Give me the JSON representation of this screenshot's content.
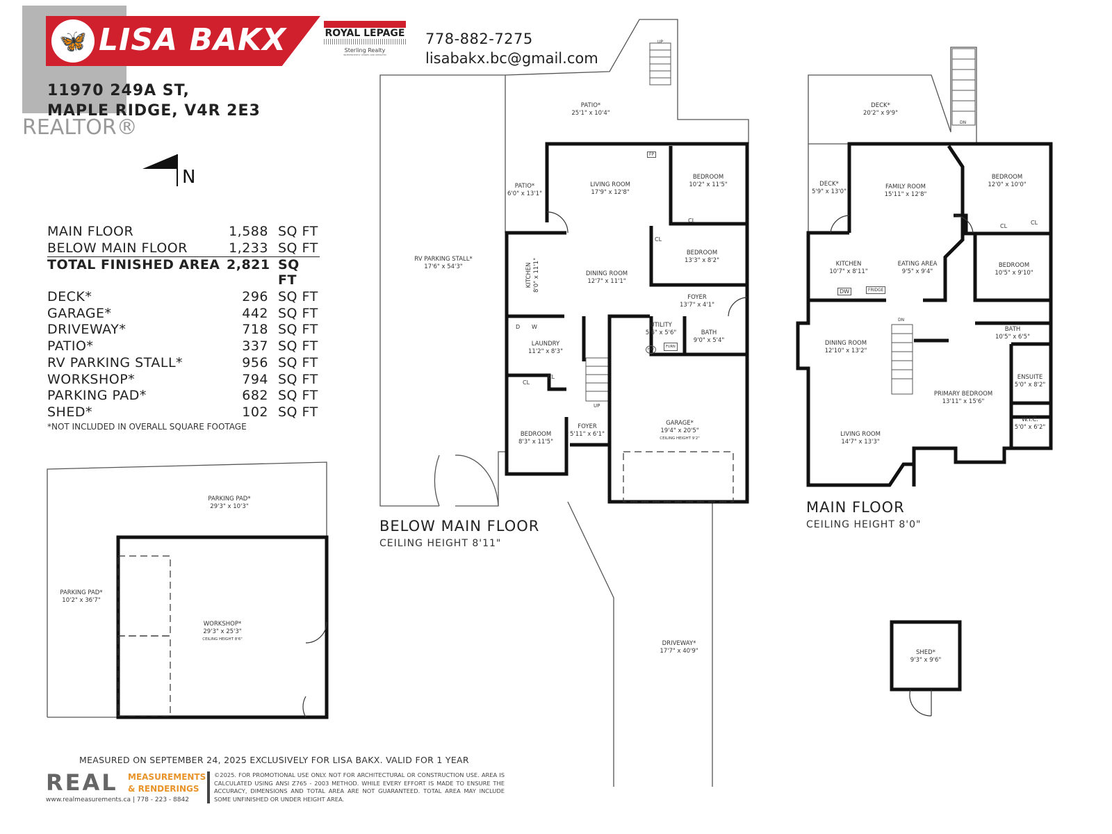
{
  "header": {
    "agent_name": "LISA BAKX",
    "brokerage": "ROYAL LEPAGE",
    "brokerage_sub": "Sterling Realty",
    "brokerage_tagline": "INDEPENDENTLY OWNED AND OPERATED",
    "phone": "778-882-7275",
    "email": "lisabakx.bc@gmail.com",
    "address_line1": "11970 249A ST,",
    "address_line2": "MAPLE RIDGE, V4R 2E3",
    "realtor_watermark": "REALTOR®",
    "compass_label": "N"
  },
  "areas": {
    "finished": [
      {
        "label": "MAIN FLOOR",
        "value": "1,588",
        "unit": "SQ FT"
      },
      {
        "label": "BELOW MAIN FLOOR",
        "value": "1,233",
        "unit": "SQ FT"
      }
    ],
    "total": {
      "label": "TOTAL FINISHED AREA",
      "value": "2,821",
      "unit": "SQ FT"
    },
    "unfinished": [
      {
        "label": "DECK*",
        "value": "296",
        "unit": "SQ FT"
      },
      {
        "label": "GARAGE*",
        "value": "442",
        "unit": "SQ FT"
      },
      {
        "label": "DRIVEWAY*",
        "value": "718",
        "unit": "SQ FT"
      },
      {
        "label": "PATIO*",
        "value": "337",
        "unit": "SQ FT"
      },
      {
        "label": "RV PARKING STALL*",
        "value": "956",
        "unit": "SQ FT"
      },
      {
        "label": "WORKSHOP*",
        "value": "794",
        "unit": "SQ FT"
      },
      {
        "label": "PARKING PAD*",
        "value": "682",
        "unit": "SQ FT"
      },
      {
        "label": "SHED*",
        "value": "102",
        "unit": "SQ FT"
      }
    ],
    "footnote": "*NOT INCLUDED IN OVERALL SQUARE FOOTAGE"
  },
  "below_main": {
    "title": "BELOW MAIN FLOOR",
    "ceiling": "CEILING HEIGHT 8'11\"",
    "rooms": [
      {
        "name": "PATIO*",
        "dim": "25'1\" x 10'4\""
      },
      {
        "name": "PATIO*",
        "dim": "6'0\" x 13'1\""
      },
      {
        "name": "LIVING ROOM",
        "dim": "17'9\" x 12'8\""
      },
      {
        "name": "BEDROOM",
        "dim": "10'2\" x 11'5\""
      },
      {
        "name": "BEDROOM",
        "dim": "13'3\" x 8'2\""
      },
      {
        "name": "DINING ROOM",
        "dim": "12'7\" x 11'1\""
      },
      {
        "name": "KITCHEN",
        "dim": "8'0\" x 11'1\""
      },
      {
        "name": "FOYER",
        "dim": "13'7\" x 4'1\""
      },
      {
        "name": "UTILITY",
        "dim": "5'6\" x 5'6\""
      },
      {
        "name": "BATH",
        "dim": "9'0\" x 5'4\""
      },
      {
        "name": "LAUNDRY",
        "dim": "11'2\" x 8'3\""
      },
      {
        "name": "BEDROOM",
        "dim": "8'3\" x 11'5\""
      },
      {
        "name": "FOYER",
        "dim": "5'11\" x 6'1\""
      },
      {
        "name": "GARAGE*",
        "dim": "19'4\" x 20'5\"",
        "ceiling": "CEILING HEIGHT 9'2\""
      },
      {
        "name": "RV PARKING STALL*",
        "dim": "17'6\" x 54'3\""
      },
      {
        "name": "DRIVEWAY*",
        "dim": "17'7\" x 40'9\""
      }
    ],
    "fixtures": {
      "fp": "FP",
      "cl": "CL",
      "d": "D",
      "w": "W",
      "hw": "HW",
      "furn": "FURN",
      "up": "UP"
    }
  },
  "main": {
    "title": "MAIN FLOOR",
    "ceiling": "CEILING HEIGHT 8'0\"",
    "rooms": [
      {
        "name": "DECK*",
        "dim": "20'2\" x 9'9\""
      },
      {
        "name": "DECK*",
        "dim": "5'9\" x 13'0\""
      },
      {
        "name": "FAMILY ROOM",
        "dim": "15'11\" x 12'8\""
      },
      {
        "name": "BEDROOM",
        "dim": "12'0\" x 10'0\""
      },
      {
        "name": "KITCHEN",
        "dim": "10'7\" x 8'11\""
      },
      {
        "name": "EATING AREA",
        "dim": "9'5\" x 9'4\""
      },
      {
        "name": "BEDROOM",
        "dim": "10'5\" x 9'10\""
      },
      {
        "name": "BATH",
        "dim": "10'5\" x 6'5\""
      },
      {
        "name": "DINING ROOM",
        "dim": "12'10\" x 13'2\""
      },
      {
        "name": "ENSUITE",
        "dim": "5'0\" x 8'2\""
      },
      {
        "name": "PRIMARY BEDROOM",
        "dim": "13'11\" x 15'6\""
      },
      {
        "name": "W.I.C.",
        "dim": "5'0\" x 6'2\""
      },
      {
        "name": "LIVING ROOM",
        "dim": "14'7\" x 13'3\""
      }
    ],
    "fixtures": {
      "dw": "DW",
      "fridge": "FRIDGE",
      "cl": "CL",
      "dn": "DN"
    }
  },
  "outbuildings": {
    "rooms": [
      {
        "name": "PARKING PAD*",
        "dim": "29'3\" x 10'3\""
      },
      {
        "name": "PARKING PAD*",
        "dim": "10'2\" x 36'7\""
      },
      {
        "name": "WORKSHOP*",
        "dim": "29'3\" x 25'3\"",
        "ceiling": "CEILING HEIGHT 8'6\""
      },
      {
        "name": "SHED*",
        "dim": "9'3\" x 9'6\""
      }
    ]
  },
  "footer": {
    "measured": "MEASURED ON SEPTEMBER 24, 2025 EXCLUSIVELY FOR LISA BAKX. VALID FOR 1 YEAR",
    "company_logo": "REAL",
    "company_line1": "MEASUREMENTS",
    "company_line2": "& RENDERINGS",
    "company_contact": "www.realmeasurements.ca | 778 - 223 - 8842",
    "disclaimer": "©2025. FOR PROMOTIONAL USE ONLY. NOT FOR ARCHITECTURAL OR CONSTRUCTION USE. AREA IS CALCULATED USING ANSI Z765 - 2003 METHOD. WHILE EVERY EFFORT IS MADE TO ENSURE THE ACCURACY, DIMENSIONS AND TOTAL AREA ARE NOT GUARANTEED. TOTAL AREA MAY INCLUDE SOME UNFINISHED OR UNDER HEIGHT AREA."
  },
  "colors": {
    "brand_red": "#d0202e",
    "wall": "#111111",
    "orange": "#e8942a",
    "logo_gray": "#666666"
  }
}
